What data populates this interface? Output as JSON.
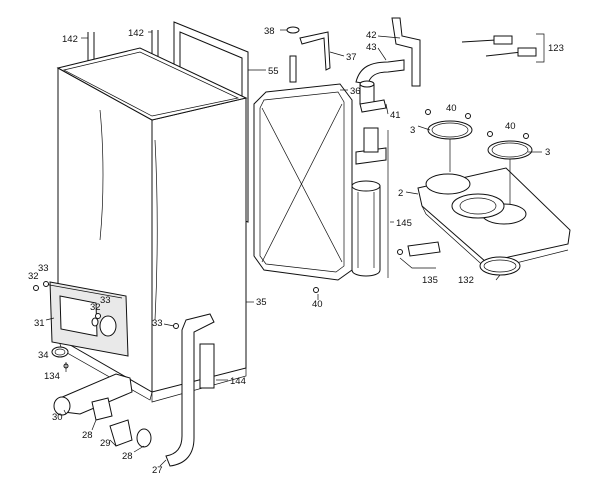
{
  "diagram": {
    "callouts": [
      {
        "id": "c142a",
        "text": "142"
      },
      {
        "id": "c142b",
        "text": "142"
      },
      {
        "id": "c38",
        "text": "38"
      },
      {
        "id": "c42",
        "text": "42"
      },
      {
        "id": "c43",
        "text": "43"
      },
      {
        "id": "c37",
        "text": "37"
      },
      {
        "id": "c55",
        "text": "55"
      },
      {
        "id": "c36",
        "text": "36"
      },
      {
        "id": "c41",
        "text": "41"
      },
      {
        "id": "c123",
        "text": "123"
      },
      {
        "id": "c40a",
        "text": "40"
      },
      {
        "id": "c40b",
        "text": "40"
      },
      {
        "id": "c3a",
        "text": "3"
      },
      {
        "id": "c3b",
        "text": "3"
      },
      {
        "id": "c2",
        "text": "2"
      },
      {
        "id": "c145",
        "text": "145"
      },
      {
        "id": "c135",
        "text": "135"
      },
      {
        "id": "c132",
        "text": "132"
      },
      {
        "id": "c40c",
        "text": "40"
      },
      {
        "id": "c33a",
        "text": "33"
      },
      {
        "id": "c32a",
        "text": "32"
      },
      {
        "id": "c32b",
        "text": "32"
      },
      {
        "id": "c33b",
        "text": "33"
      },
      {
        "id": "c31",
        "text": "31"
      },
      {
        "id": "c34",
        "text": "34"
      },
      {
        "id": "c134",
        "text": "134"
      },
      {
        "id": "c33c",
        "text": "33"
      },
      {
        "id": "c35",
        "text": "35"
      },
      {
        "id": "c144",
        "text": "144"
      },
      {
        "id": "c30",
        "text": "30"
      },
      {
        "id": "c28a",
        "text": "28"
      },
      {
        "id": "c29",
        "text": "29"
      },
      {
        "id": "c28b",
        "text": "28"
      },
      {
        "id": "c27",
        "text": "27"
      }
    ]
  }
}
